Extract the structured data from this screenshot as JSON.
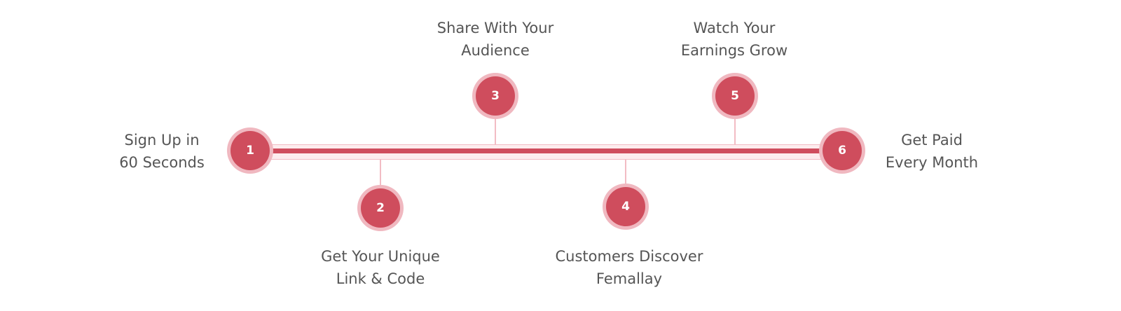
{
  "steps": [
    {
      "number": "1",
      "line1": "Sign Up in",
      "line2": "60 Seconds"
    },
    {
      "number": "2",
      "line1": "Get Your Unique",
      "line2": "Link & Code"
    },
    {
      "number": "3",
      "line1": "Share With Your",
      "line2": "Audience"
    },
    {
      "number": "4",
      "line1": "Customers Discover",
      "line2": "Femallay"
    },
    {
      "number": "5",
      "line1": "Watch Your",
      "line2": "Earnings Grow"
    },
    {
      "number": "6",
      "line1": "Get Paid",
      "line2": "Every Month"
    }
  ],
  "colors": {
    "node": "#cf4d5d",
    "node_ring": "#f0b8c0",
    "track": "#cf4d5d",
    "track_band": "#fdecee",
    "text": "#555555"
  }
}
